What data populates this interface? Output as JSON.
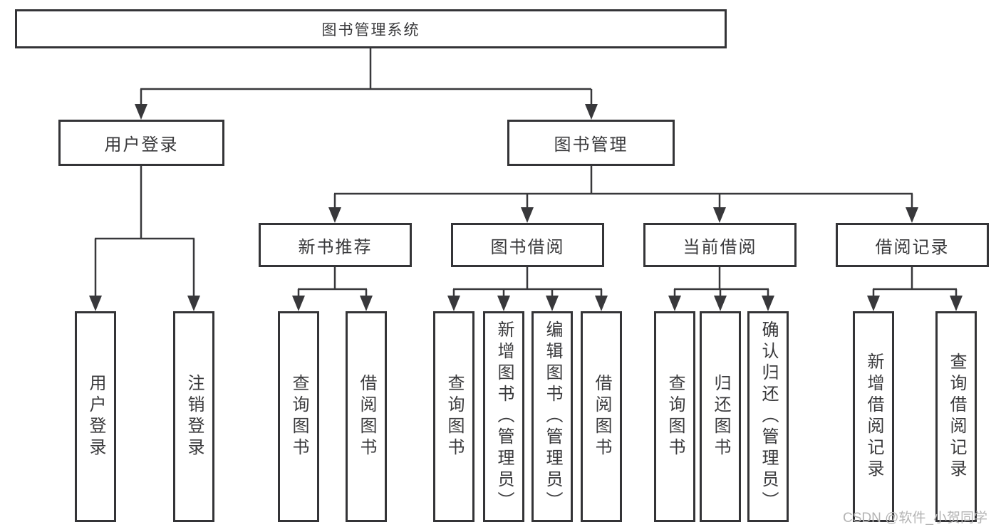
{
  "diagram": {
    "root": {
      "label": "图书管理系统"
    },
    "branches": {
      "user_login": {
        "label": "用户登录",
        "children": [
          "用户登录",
          "注销登录"
        ]
      },
      "book_mgmt": {
        "label": "图书管理",
        "sections": {
          "new_book": {
            "label": "新书推荐",
            "children": [
              "查询图书",
              "借阅图书"
            ]
          },
          "borrow": {
            "label": "图书借阅",
            "children": [
              "查询图书",
              "新增图书（管理员）",
              "编辑图书（管理员）",
              "借阅图书"
            ]
          },
          "current": {
            "label": "当前借阅",
            "children": [
              "查询图书",
              "归还图书",
              "确认归还（管理员）"
            ]
          },
          "records": {
            "label": "借阅记录",
            "children": [
              "新增借阅记录",
              "查询借阅记录"
            ]
          }
        }
      }
    }
  },
  "watermark": {
    "text": "CSDN @软件_小贺同学"
  },
  "colors": {
    "line": "#38383b",
    "border": "#343437",
    "text": "#3a3a3c",
    "watermark": "#b4b4b4",
    "background": "#ffffff"
  }
}
